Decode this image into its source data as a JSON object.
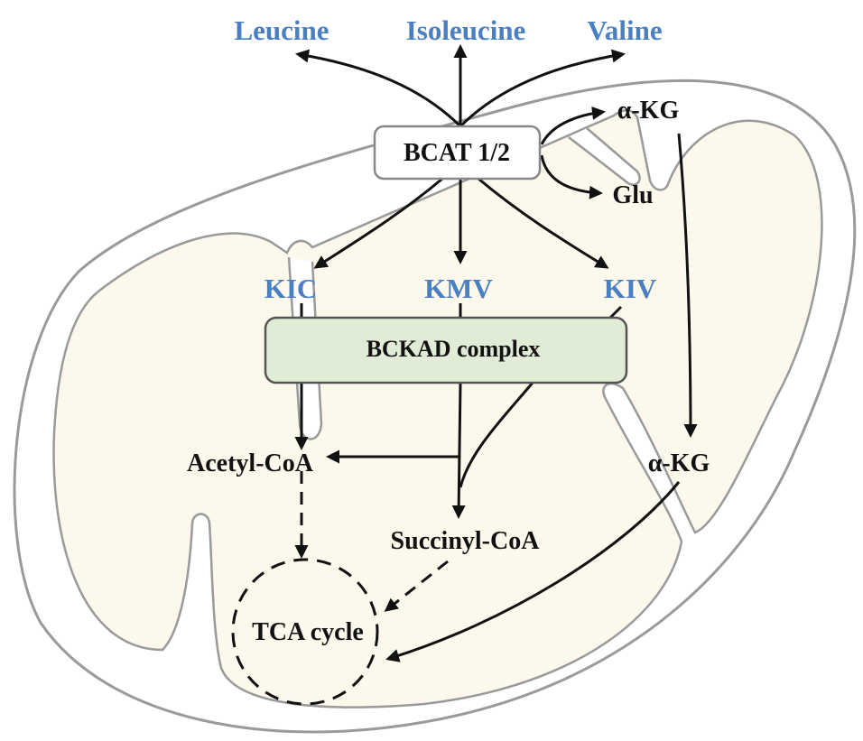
{
  "substrates": {
    "leucine": "Leucine",
    "isoleucine": "Isoleucine",
    "valine": "Valine"
  },
  "enzymes": {
    "bcat": "BCAT 1/2",
    "bckad": "BCKAD complex"
  },
  "keto_acids": {
    "kic": "KIC",
    "kmv": "KMV",
    "kiv": "KIV"
  },
  "cofactors": {
    "akg_top": "α-KG",
    "glu": "Glu",
    "akg_bottom": "α-KG"
  },
  "products": {
    "acetyl_coa": "Acetyl-CoA",
    "succinyl_coa": "Succinyl-CoA",
    "tca": "TCA cycle"
  },
  "colors": {
    "label_blue": "#4a7fc1",
    "matrix_fill": "#fdf8ec",
    "bckad_fill": "#e1ecd7",
    "membrane": "#9a9a9a"
  }
}
